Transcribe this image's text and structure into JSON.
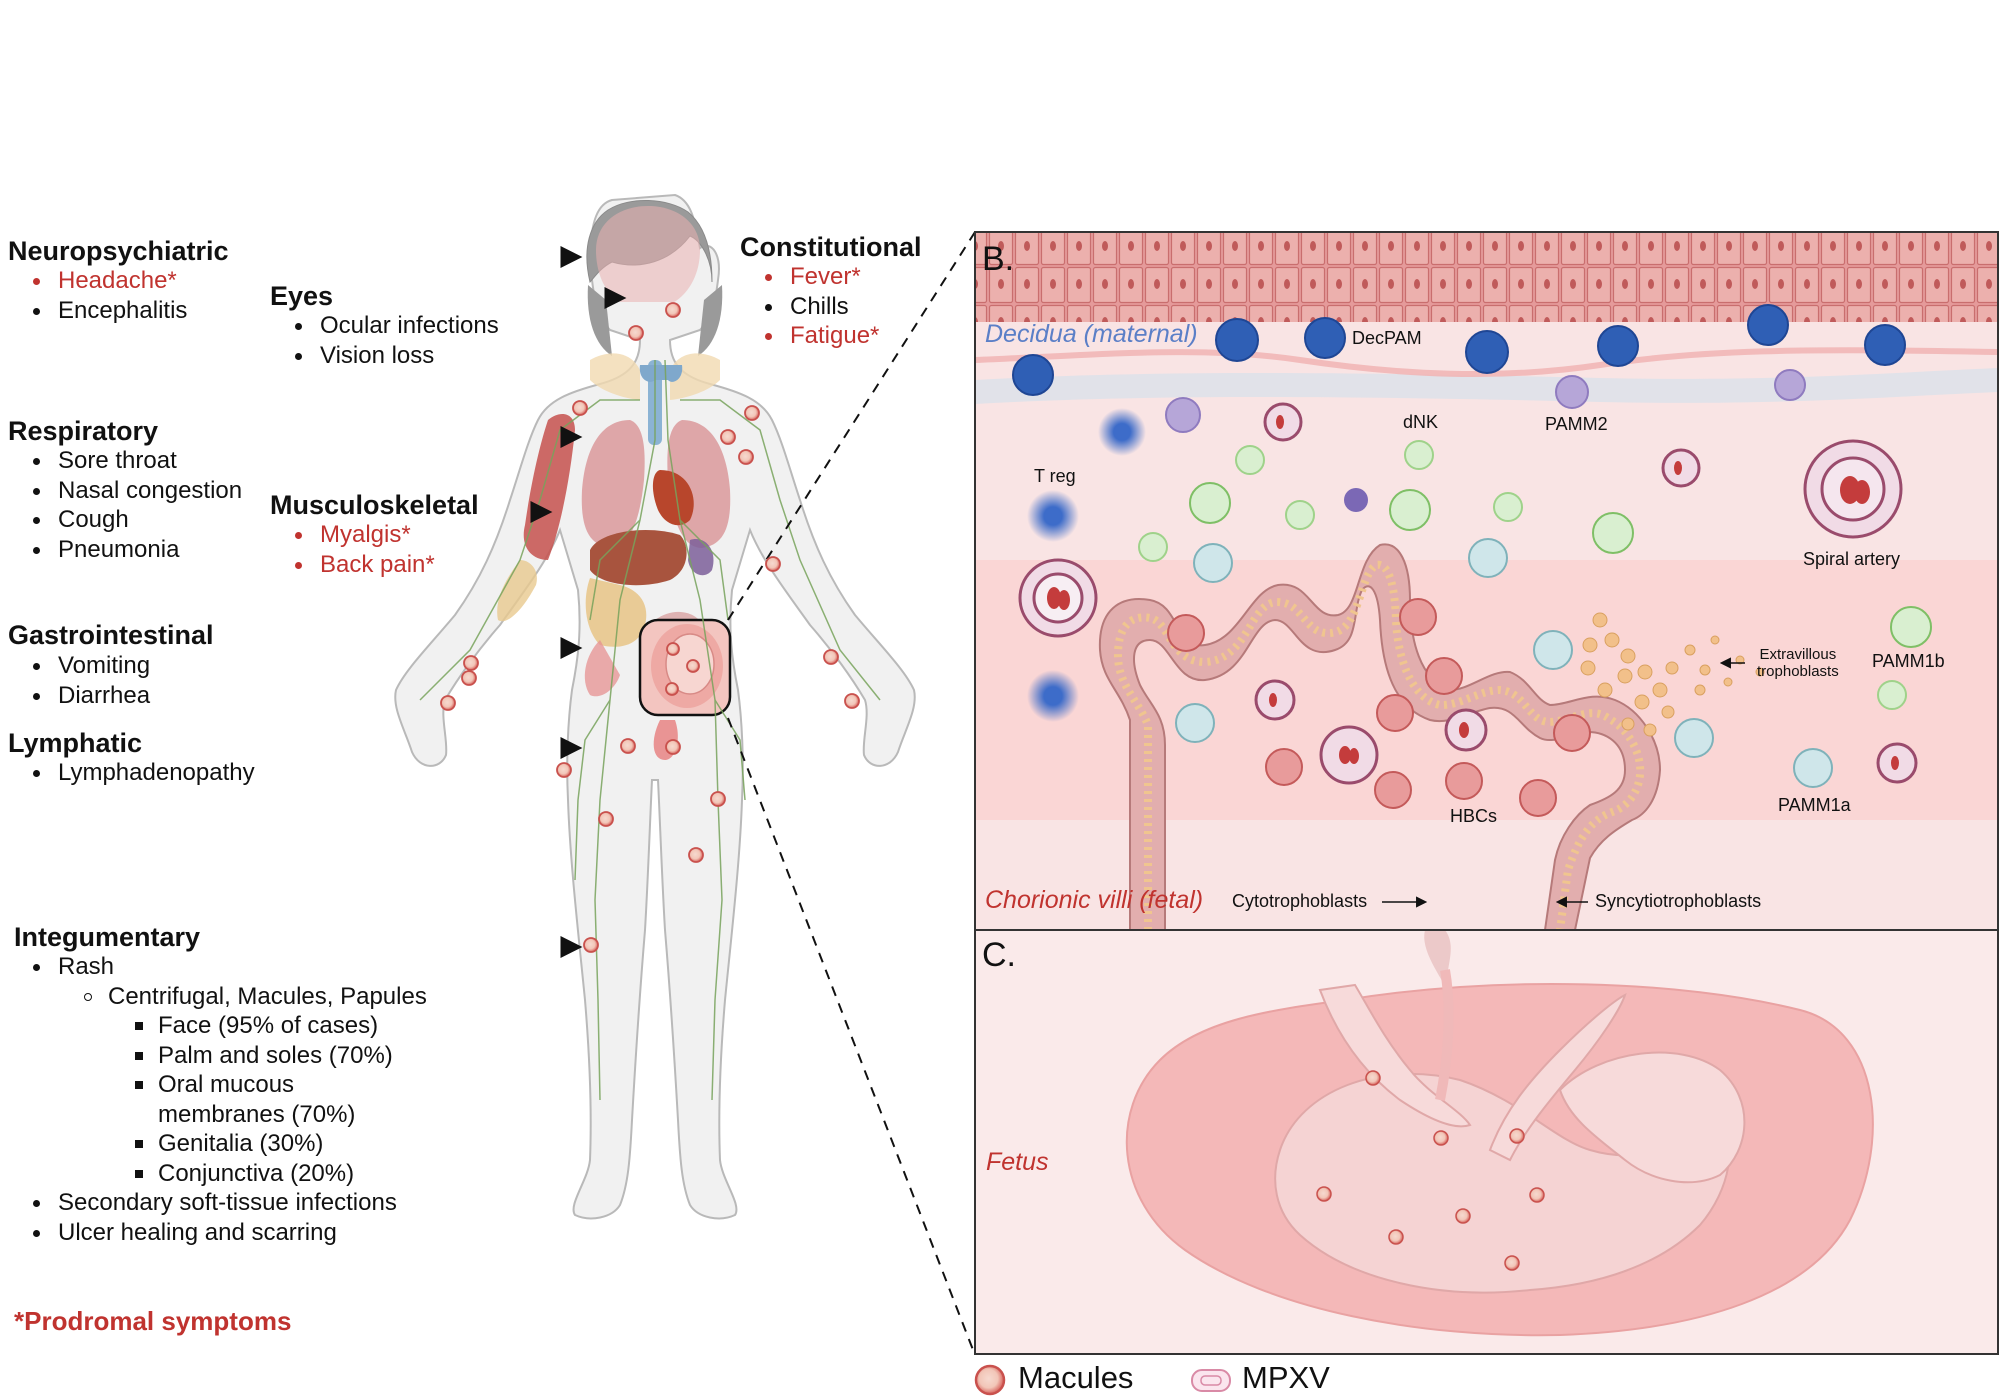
{
  "colors": {
    "accent_red": "#c0332f",
    "maternal_blue": "#5b7fc7",
    "macule": "#e58f8a"
  },
  "body_panel": {
    "sections": [
      {
        "heading": "Neuropsychiatric",
        "items": [
          {
            "text": "Headache*",
            "prodromal": true
          },
          {
            "text": "Encephalitis",
            "prodromal": false
          }
        ]
      },
      {
        "heading": "Eyes",
        "items": [
          {
            "text": "Ocular infections",
            "prodromal": false
          },
          {
            "text": "Vision loss",
            "prodromal": false
          }
        ]
      },
      {
        "heading": "Constitutional",
        "items": [
          {
            "text": "Fever*",
            "prodromal": true
          },
          {
            "text": "Chills",
            "prodromal": false
          },
          {
            "text": "Fatigue*",
            "prodromal": true
          }
        ]
      },
      {
        "heading": "Respiratory",
        "items": [
          {
            "text": "Sore throat",
            "prodromal": false
          },
          {
            "text": "Nasal congestion",
            "prodromal": false
          },
          {
            "text": "Cough",
            "prodromal": false
          },
          {
            "text": "Pneumonia",
            "prodromal": false
          }
        ]
      },
      {
        "heading": "Musculoskeletal",
        "items": [
          {
            "text": "Myalgis*",
            "prodromal": true
          },
          {
            "text": "Back pain*",
            "prodromal": true
          }
        ]
      },
      {
        "heading": "Gastrointestinal",
        "items": [
          {
            "text": "Vomiting",
            "prodromal": false
          },
          {
            "text": "Diarrhea",
            "prodromal": false
          }
        ]
      },
      {
        "heading": "Lymphatic",
        "items": [
          {
            "text": "Lymphadenopathy",
            "prodromal": false
          }
        ]
      }
    ],
    "integumentary": {
      "heading": "Integumentary",
      "rash": "Rash",
      "rash_sub": "Centrifugal, Macules, Papules",
      "sites": [
        "Face (95% of cases)",
        "Palm and soles (70%)",
        "Oral mucous",
        "membranes (70%)",
        "Genitalia (30%)",
        "Conjunctiva (20%)"
      ],
      "other": [
        "Secondary soft-tissue infections",
        "Ulcer healing and scarring"
      ]
    },
    "footnote": "*Prodromal symptoms"
  },
  "panel_b": {
    "letter": "B.",
    "maternal_region": "Decidua (maternal)",
    "fetal_region": "Chorionic villi (fetal)",
    "labels": {
      "decpam": "DecPAM",
      "dnk": "dNK",
      "pamm2": "PAMM2",
      "treg": "T reg",
      "spiral": "Spiral artery",
      "evt": "Extravillous\ntrophoblasts",
      "pamm1b": "PAMM1b",
      "pamm1a": "PAMM1a",
      "hbcs": "HBCs",
      "cyto": "Cytotrophoblasts",
      "syncytio": "Syncytiotrophoblasts"
    }
  },
  "panel_c": {
    "letter": "C.",
    "region": "Fetus"
  },
  "legend": {
    "macules": "Macules",
    "mpxv": "MPXV"
  }
}
